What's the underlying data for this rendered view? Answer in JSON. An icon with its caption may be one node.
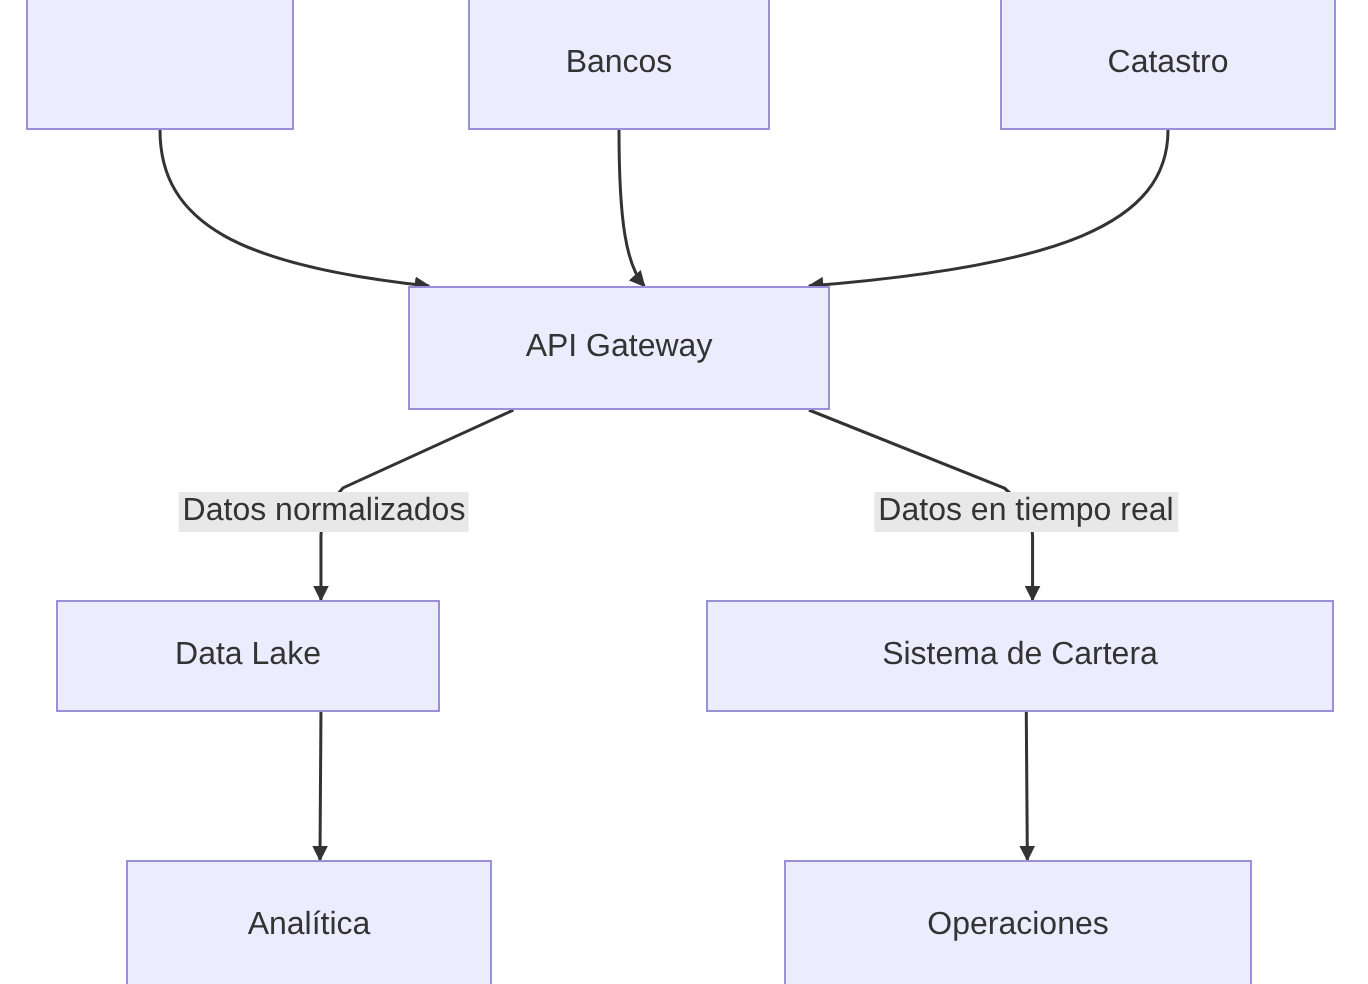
{
  "diagram": {
    "nodes": [
      {
        "text": [],
        "shape": "box"
      },
      {
        "text": [
          "Bancos"
        ]
      },
      {
        "text": [
          "Catastro"
        ]
      },
      {
        "text": [
          "API Gateway"
        ]
      },
      {
        "text": [
          "Data Lake"
        ]
      },
      {
        "text": [
          "Sistema de Cartera"
        ]
      },
      {
        "text": [
          "Analítica"
        ]
      },
      {
        "text": [
          "Operaciones"
        ]
      }
    ],
    "edges": [
      {
        "from": 0,
        "to": 3,
        "arrow": "to"
      },
      {
        "from": 1,
        "to": 3,
        "arrow": "to"
      },
      {
        "from": 2,
        "to": 3,
        "arrow": "to"
      },
      {
        "from": 3,
        "to": 4,
        "arrow": "to",
        "label": "Datos normalizados"
      },
      {
        "from": 3,
        "to": 5,
        "arrow": "to",
        "label": "Datos en tiempo real"
      },
      {
        "from": 4,
        "to": 6,
        "arrow": "to"
      },
      {
        "from": 5,
        "to": 7,
        "arrow": "to"
      }
    ]
  }
}
